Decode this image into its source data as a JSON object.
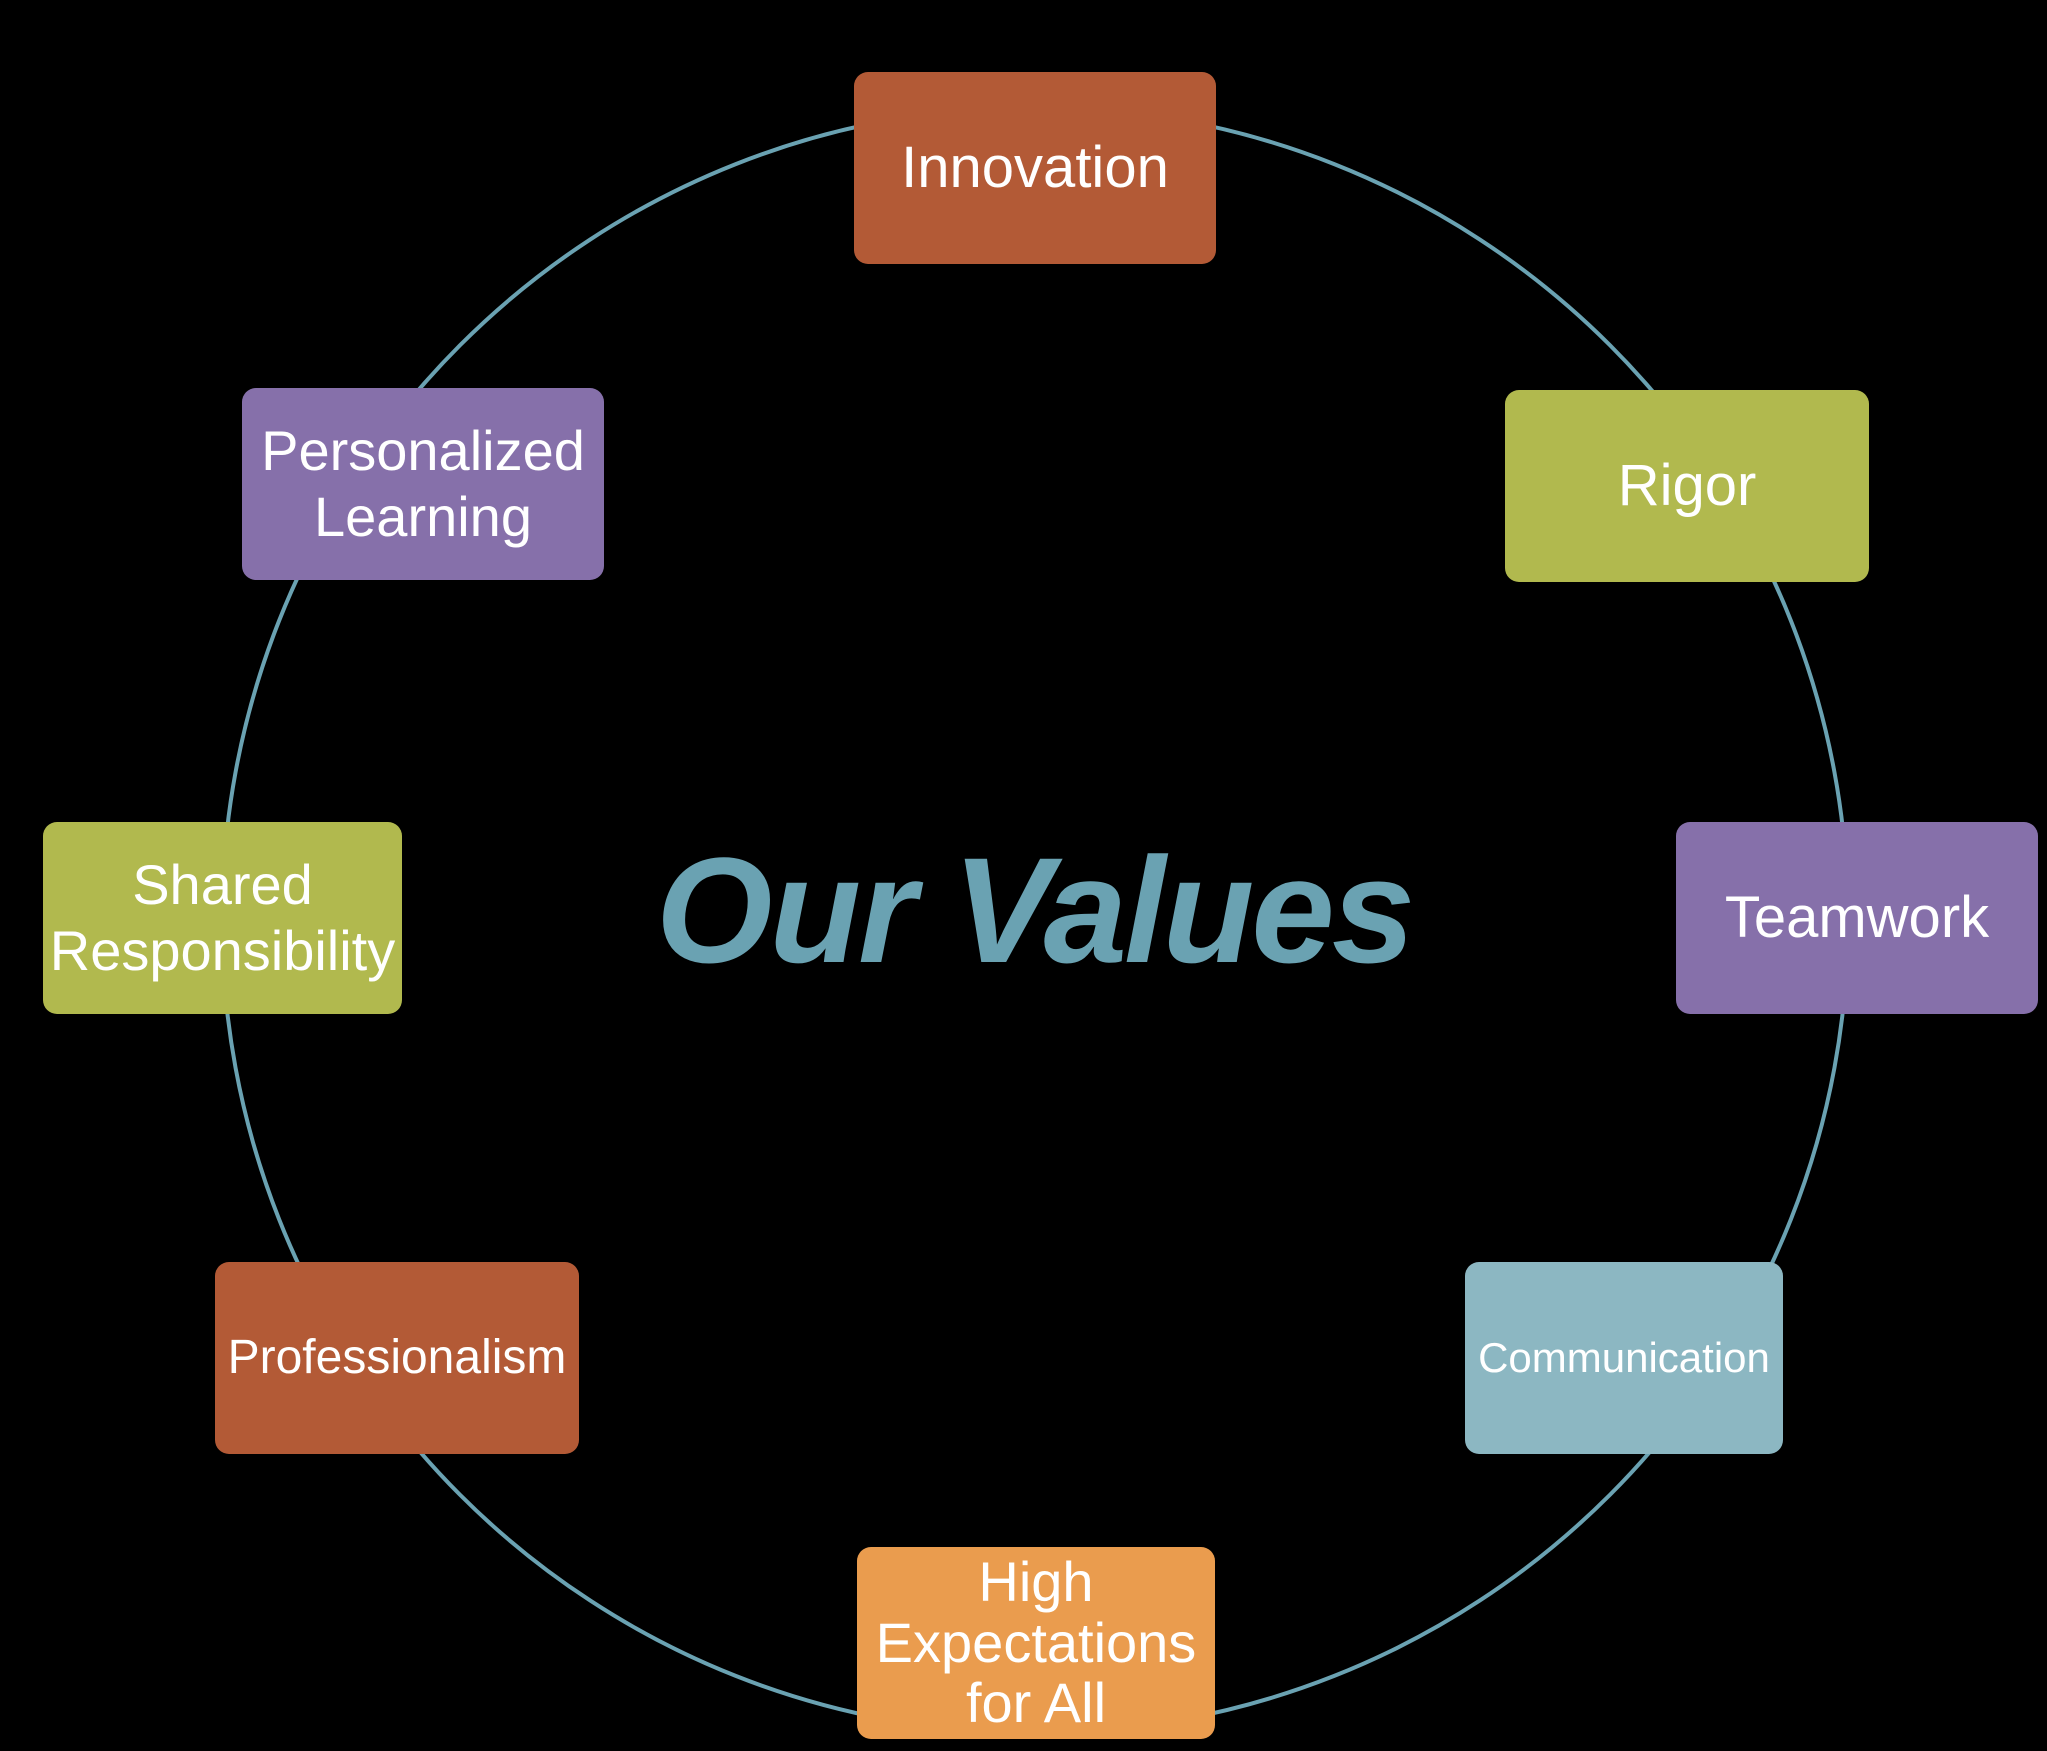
{
  "title": "Our Values",
  "colors": {
    "background": "#000000",
    "ring": "#6aa2b2",
    "title": "#6aa2b2"
  },
  "values": [
    {
      "label": "Innovation",
      "color": "#b35a36"
    },
    {
      "label": "Rigor",
      "color": "#b1b94e"
    },
    {
      "label": "Teamwork",
      "color": "#8670aa"
    },
    {
      "label": "Communication",
      "color": "#8cb7c2"
    },
    {
      "label": "High\nExpectations\nfor All",
      "color": "#ea9c4e"
    },
    {
      "label": "Professionalism",
      "color": "#b35a36"
    },
    {
      "label": "Shared\nResponsibility",
      "color": "#b1b94e"
    },
    {
      "label": "Personalized\nLearning",
      "color": "#8670aa"
    }
  ]
}
